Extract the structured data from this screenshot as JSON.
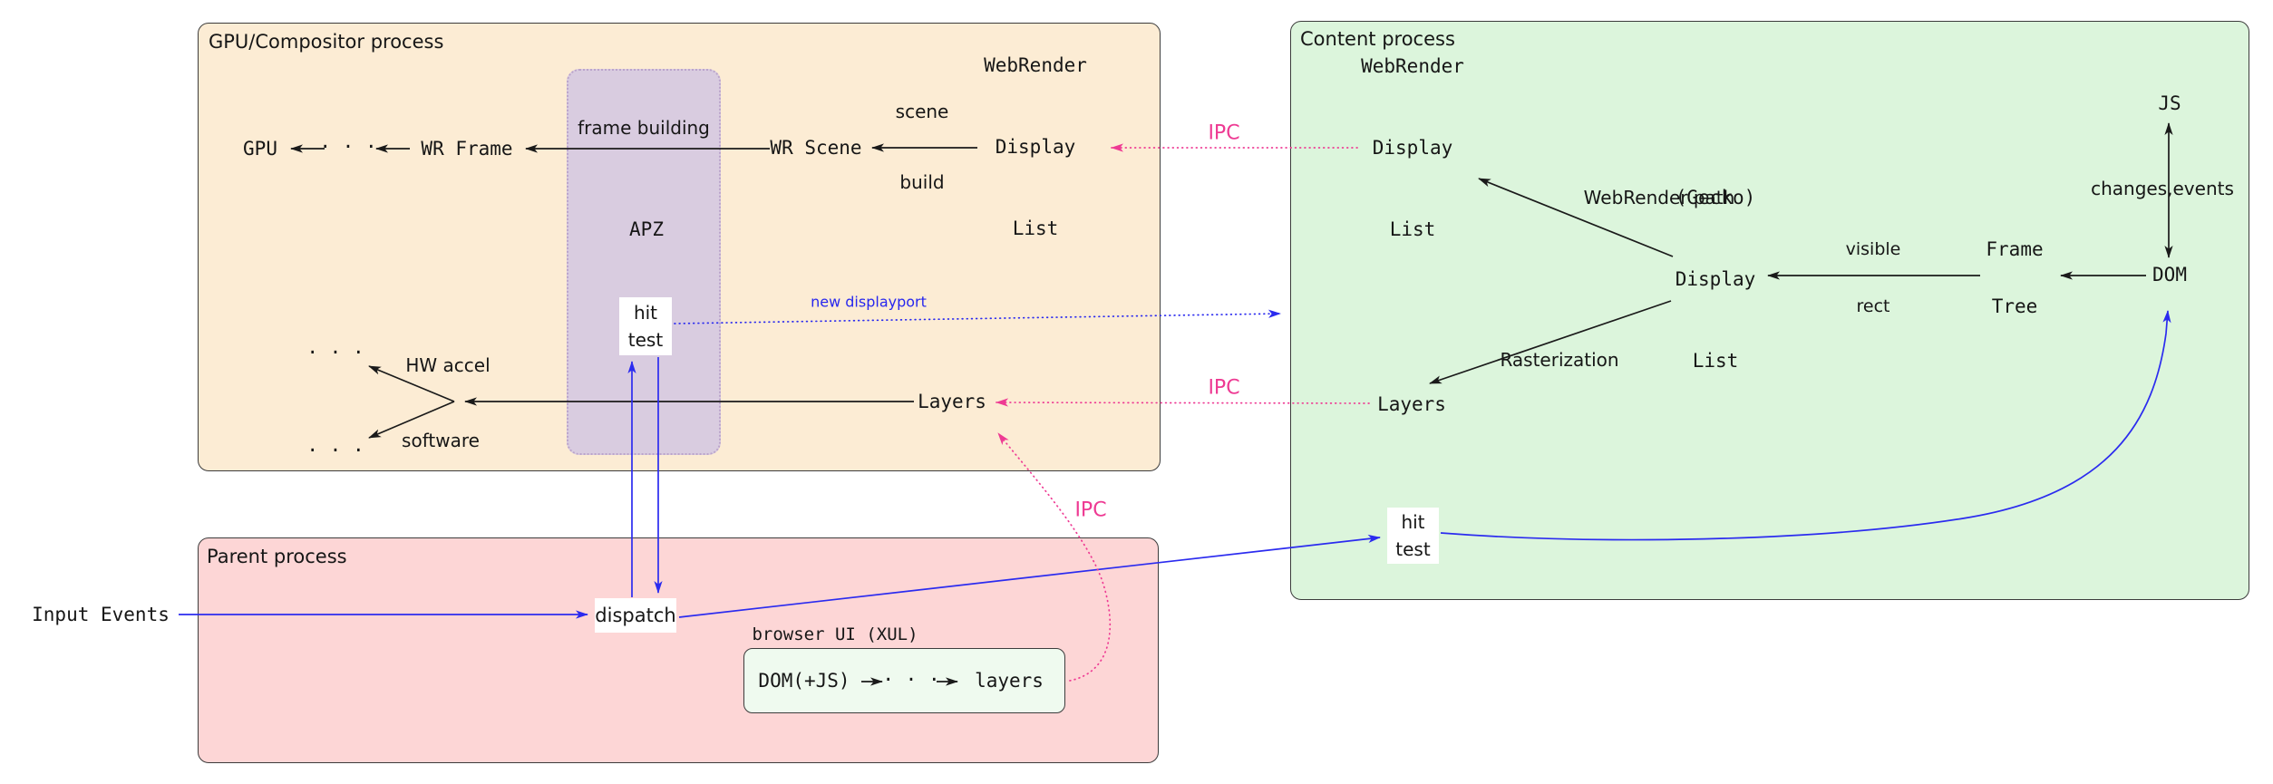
{
  "boxes": {
    "gpu": {
      "title": "GPU/Compositor process"
    },
    "parent": {
      "title": "Parent process"
    },
    "content": {
      "title": "Content process"
    },
    "apz": {
      "frame_building": "frame building",
      "apz": "APZ"
    },
    "browser_ui": {
      "label": "browser UI (XUL)",
      "dom_js": "DOM(+JS)",
      "dots": "· · ·",
      "layers": "layers"
    }
  },
  "gpu_nodes": {
    "gpu": "GPU",
    "dots_pipeline": "· · ·",
    "wr_frame": "WR Frame",
    "wr_scene": "WR Scene",
    "scene_build": [
      "scene",
      "build"
    ],
    "webrender_display_list": [
      "WebRender",
      "Display",
      "List"
    ],
    "hit_test": [
      "hit",
      "test"
    ],
    "dots_hw": "· · ·",
    "hw_accel": "HW accel",
    "software": "software",
    "dots_sw": "· · ·",
    "layers": "Layers"
  },
  "content_nodes": {
    "webrender_display_list": [
      "WebRender",
      "Display",
      "List"
    ],
    "webrender_path": "WebRender path",
    "gecko_display_list": [
      "(Gecko)",
      "Display",
      "List"
    ],
    "visible_rect": [
      "visible",
      "rect"
    ],
    "frame_tree": [
      "Frame",
      "Tree"
    ],
    "dom": "DOM",
    "js": "JS",
    "changes_events": "changes,events",
    "rasterization": "Rasterization",
    "layers": "Layers",
    "hit_test": [
      "hit",
      "test"
    ]
  },
  "parent_nodes": {
    "dispatch": "dispatch"
  },
  "external": {
    "input_events": "Input Events"
  },
  "edge_labels": {
    "ipc_top": "IPC",
    "ipc_mid": "IPC",
    "ipc_bottom": "IPC",
    "new_displayport": "new displayport"
  },
  "colors": {
    "gpu_fill": "#fcecd4",
    "parent_fill": "#fdd6d6",
    "content_fill": "#dcf5dc",
    "apz_fill": "#d9cce0",
    "browser_ui_fill": "#effaef",
    "accent_blue": "#2b2bef",
    "accent_pink": "#ee3a93",
    "line_black": "#1a1a1a"
  }
}
